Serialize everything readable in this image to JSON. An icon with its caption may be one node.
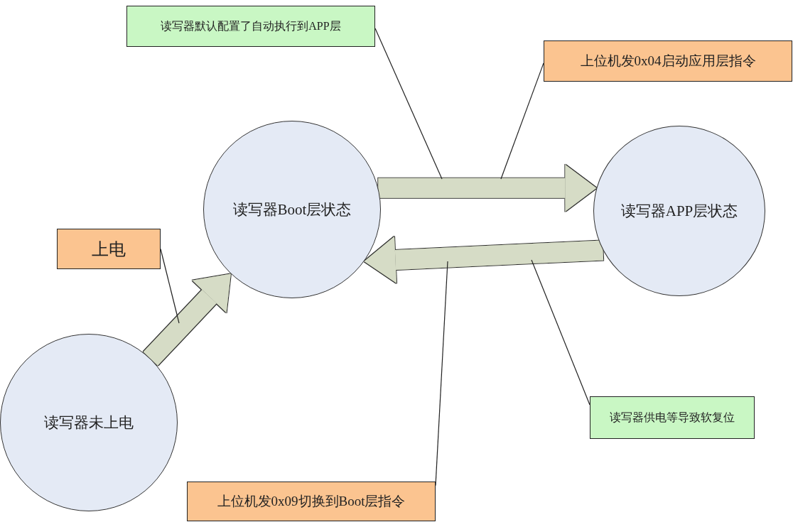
{
  "diagram": {
    "nodes": [
      {
        "text": [
          "读写器Boot层状态"
        ]
      },
      {
        "text": [
          "读写器APP层状态"
        ]
      },
      {
        "text": [
          "读写器未上电"
        ]
      },
      {
        "text": [
          "上电"
        ]
      },
      {
        "text": [
          "读写器默认配置了自动执行到APP层"
        ]
      },
      {
        "text": [
          "上位机发0x04启动应用层指令"
        ]
      },
      {
        "text": [
          "读写器供电等导致软复位"
        ]
      },
      {
        "text": [
          "上位机发0x09切换到Boot层指令"
        ]
      }
    ],
    "edges": [
      {
        "from": 2,
        "to": 0,
        "arrow": "to",
        "style": "thick",
        "color": "#d6dcc6"
      },
      {
        "from": 0,
        "to": 1,
        "arrow": "to",
        "style": "thick",
        "color": "#d6dcc6"
      },
      {
        "from": 1,
        "to": 0,
        "arrow": "to",
        "style": "thick",
        "color": "#d6dcc6"
      },
      {
        "from": 3,
        "to": null,
        "arrow": "none"
      },
      {
        "from": 4,
        "to": null,
        "arrow": "none"
      },
      {
        "from": 5,
        "to": null,
        "arrow": "none"
      },
      {
        "from": 6,
        "to": null,
        "arrow": "none"
      },
      {
        "from": 7,
        "to": null,
        "arrow": "none"
      }
    ]
  }
}
